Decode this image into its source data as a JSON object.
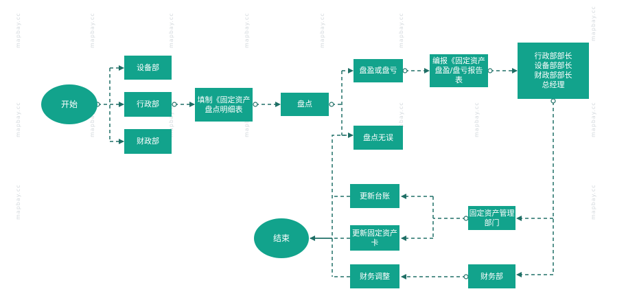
{
  "nodes": {
    "start": "开始",
    "equipment": "设备部",
    "admin": "行政部",
    "finance_dept_top": "财政部",
    "fill_form": "填制《固定资产\n盘点明细表",
    "inventory": "盘点",
    "surplus_loss": "盘盈或盘亏",
    "compile_report": "编报《固定资产\n盘盈/盘亏报告\n表",
    "managers": "行政部部长\n设备部部长\n财政部部长\n总经理",
    "no_error": "盘点无误",
    "update_ledger": "更新台账",
    "update_card": "更新固定资产\n卡",
    "asset_mgmt": "固定资产管理\n部门",
    "finance_adjust": "财务调整",
    "finance_dept": "财务部",
    "end": "结束"
  },
  "watermark": "mapbay.cc",
  "colors": {
    "node": "#12a38c",
    "edge": "#1f6f66",
    "text": "#ffffff"
  }
}
